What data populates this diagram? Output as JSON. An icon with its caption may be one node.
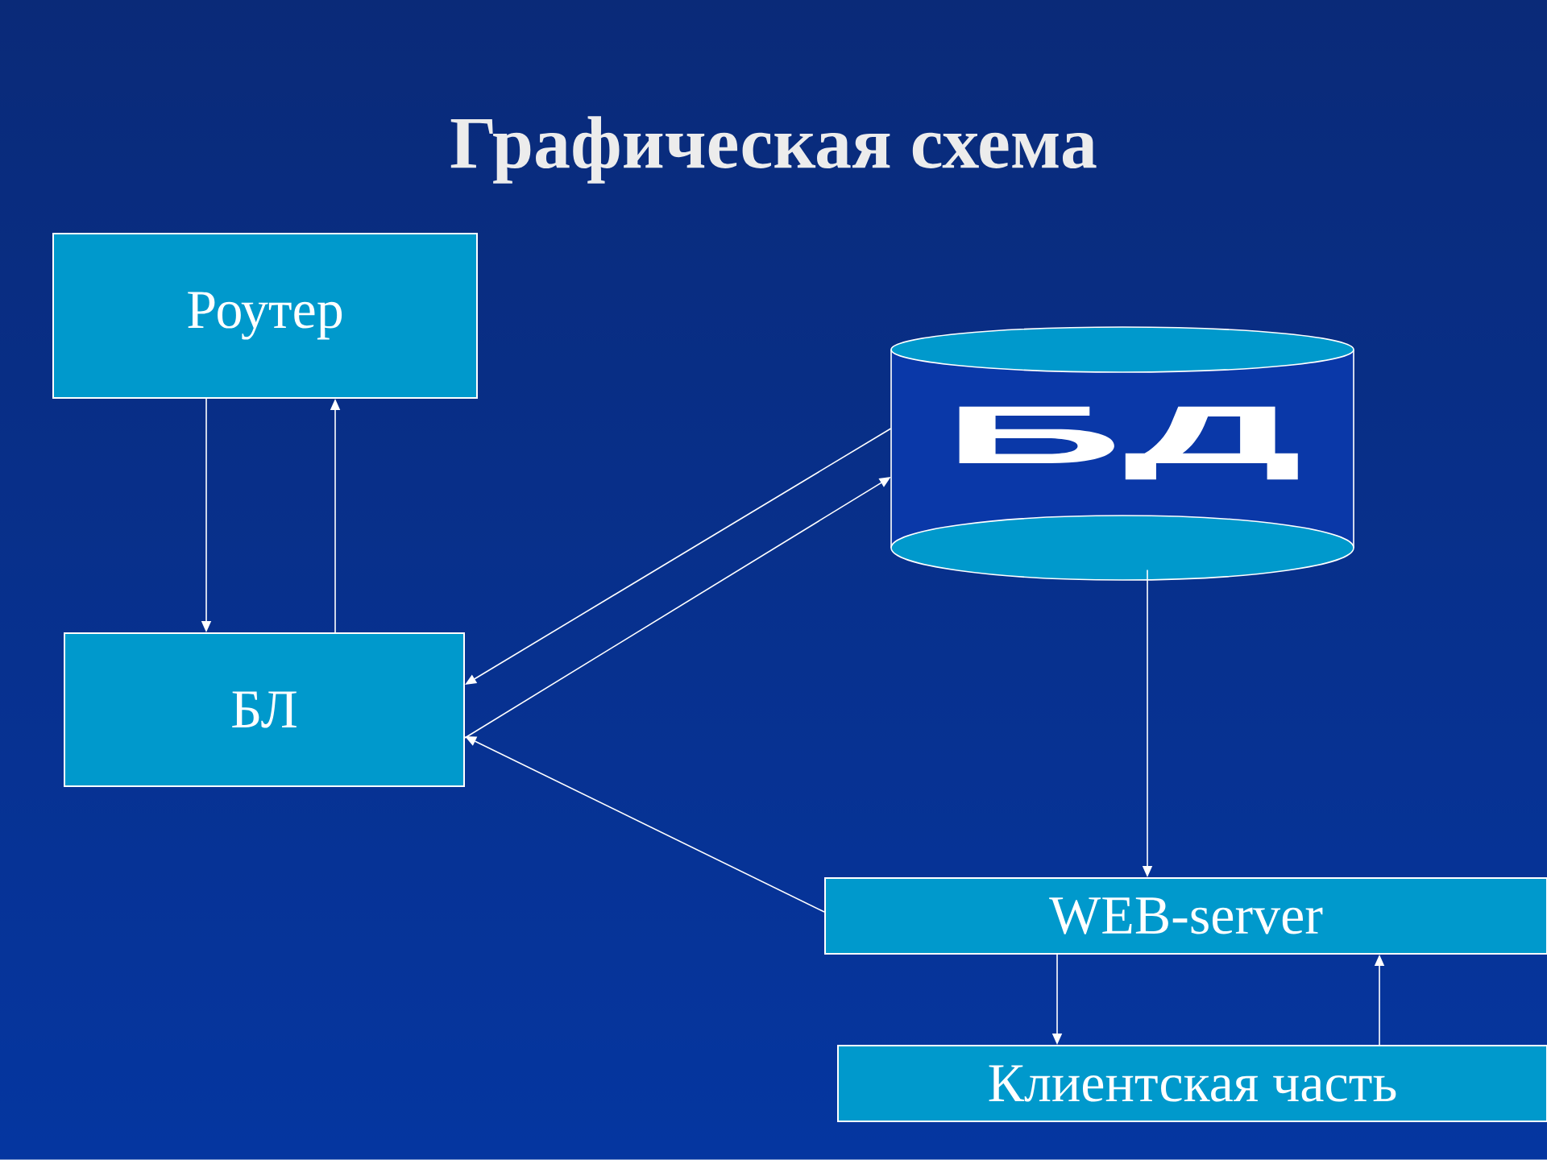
{
  "diagram": {
    "title": "Графическая схема",
    "nodes": [
      {
        "text": [
          "Роутер"
        ]
      },
      {
        "text": [
          "БЛ"
        ]
      },
      {
        "text": [
          "БД"
        ]
      },
      {
        "text": [
          "WEB-server"
        ]
      },
      {
        "text": [
          "Клиентская часть"
        ]
      }
    ],
    "edges": [
      {
        "from": 0,
        "to": 1,
        "arrow": "to"
      },
      {
        "from": 1,
        "to": 0,
        "arrow": "to"
      },
      {
        "from": 2,
        "to": 1,
        "arrow": "to"
      },
      {
        "from": 1,
        "to": 2,
        "arrow": "to"
      },
      {
        "from": 3,
        "to": 1,
        "arrow": "to"
      },
      {
        "from": 2,
        "to": 3,
        "arrow": "to"
      },
      {
        "from": 3,
        "to": 4,
        "arrow": "to"
      },
      {
        "from": 4,
        "to": 3,
        "arrow": "to"
      }
    ]
  }
}
